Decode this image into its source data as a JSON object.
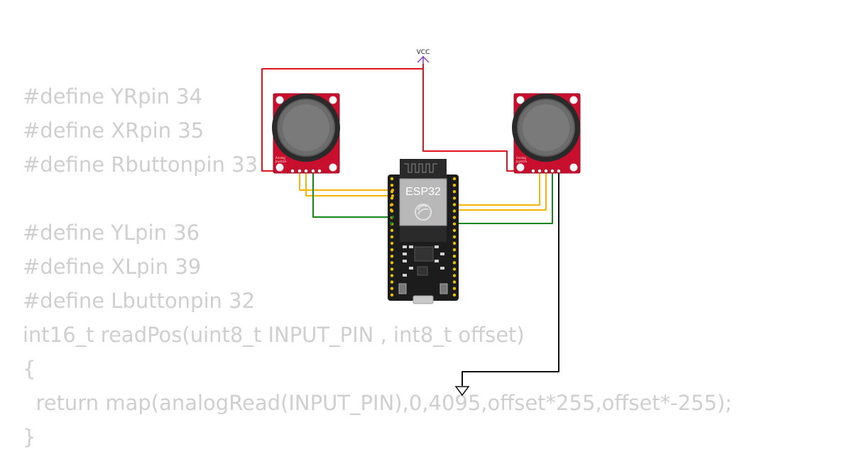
{
  "code_lines": [
    "#define YRpin 34",
    "#define XRpin 35",
    "#define Rbuttonpin 33",
    "",
    "#define YLpin 36",
    "#define XLpin 39",
    "#define Lbuttonpin 32",
    "int16_t readPos(uint8_t INPUT_PIN , int8_t offset)",
    "{",
    "  return map(analogRead(INPUT_PIN),0,4095,offset*255,offset*-255);",
    "}"
  ],
  "vcc_label": "VCC",
  "esp32_label": "ESP32",
  "joystick_left": {
    "label_line1": "Analog",
    "label_line2": "Joystick"
  },
  "joystick_right": {
    "label_line1": "Analog",
    "label_line2": "Joystick"
  },
  "colors": {
    "vcc_wire": "#e0141e",
    "signal_wire": "#f5b400",
    "button_wire": "#16851a",
    "gnd_wire": "#111111",
    "vcc_symbol": "#8a3cc8",
    "pcb_red": "#c8102e",
    "board_black": "#1c1c1c",
    "pin_gold": "#e8c000",
    "code_text": "#cfcfcf"
  }
}
